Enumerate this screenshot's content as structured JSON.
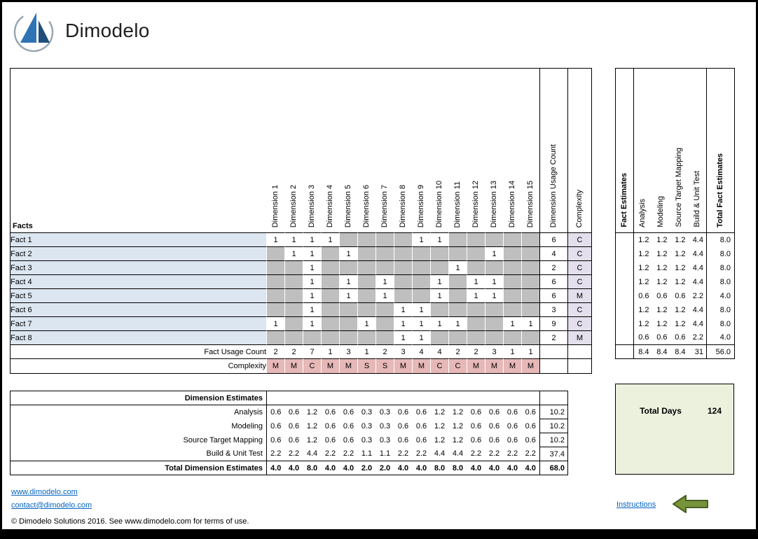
{
  "page": {
    "brand": "Dimodelo",
    "footer": {
      "website": "www.dimodelo.com",
      "contact": "contact@dimodelo.com",
      "copyright": "© Dimodelo Solutions 2016. See www.dimodelo.com for terms of use.",
      "instructions": "Instructions"
    },
    "colors": {
      "dimension_header_bg": "#d6e3bc",
      "fact_name_bg": "#dce6f1",
      "empty_matrix_cell_bg": "#bfbfbf",
      "fact_complexity_bg": "#e4dfec",
      "complexity_row_bg": "#e6b8b7",
      "complexity_row_text": "#943634",
      "total_days_bg": "#ebf1dd",
      "link_blue": "#0563c1",
      "arrow_green": "#77933c",
      "logo_blue": "#2e74b5"
    }
  },
  "fact_matrix": {
    "facts_header": "Facts",
    "dimension_headers": [
      "Dimension 1",
      "Dimension 2",
      "Dimension 3",
      "Dimension 4",
      "Dimension 5",
      "Dimension 6",
      "Dimension 7",
      "Dimension 8",
      "Dimension 9",
      "Dimension 10",
      "Dimension 11",
      "Dimension 12",
      "Dimension 13",
      "Dimension 14",
      "Dimension 15"
    ],
    "usage_header": "Dimension Usage Count",
    "complexity_header": "Complexity",
    "rows": [
      {
        "fact": "Fact 1",
        "cells": [
          1,
          1,
          1,
          1,
          0,
          0,
          0,
          0,
          1,
          1,
          0,
          0,
          0,
          0,
          0
        ],
        "usage": "6",
        "complexity": "C"
      },
      {
        "fact": "Fact 2",
        "cells": [
          0,
          1,
          1,
          0,
          1,
          0,
          0,
          0,
          0,
          0,
          0,
          0,
          1,
          0,
          0
        ],
        "usage": "4",
        "complexity": "C"
      },
      {
        "fact": "Fact 3",
        "cells": [
          0,
          0,
          1,
          0,
          0,
          0,
          0,
          0,
          0,
          0,
          1,
          0,
          0,
          0,
          0
        ],
        "usage": "2",
        "complexity": "C"
      },
      {
        "fact": "Fact 4",
        "cells": [
          0,
          0,
          1,
          0,
          1,
          0,
          1,
          0,
          0,
          1,
          0,
          1,
          1,
          0,
          0
        ],
        "usage": "6",
        "complexity": "C"
      },
      {
        "fact": "Fact 5",
        "cells": [
          0,
          0,
          1,
          0,
          1,
          0,
          1,
          0,
          0,
          1,
          0,
          1,
          1,
          0,
          0
        ],
        "usage": "6",
        "complexity": "M"
      },
      {
        "fact": "Fact 6",
        "cells": [
          0,
          0,
          1,
          0,
          0,
          0,
          0,
          1,
          1,
          0,
          0,
          0,
          0,
          0,
          0
        ],
        "usage": "3",
        "complexity": "C"
      },
      {
        "fact": "Fact 7",
        "cells": [
          1,
          0,
          1,
          0,
          0,
          1,
          0,
          1,
          1,
          1,
          1,
          0,
          0,
          1,
          1
        ],
        "usage": "9",
        "complexity": "C"
      },
      {
        "fact": "Fact 8",
        "cells": [
          0,
          0,
          0,
          0,
          0,
          0,
          0,
          1,
          1,
          0,
          0,
          0,
          0,
          0,
          0
        ],
        "usage": "2",
        "complexity": "M"
      }
    ],
    "fact_usage_label": "Fact Usage Count",
    "fact_usage_counts": [
      "2",
      "2",
      "7",
      "1",
      "3",
      "1",
      "2",
      "3",
      "4",
      "4",
      "2",
      "2",
      "3",
      "1",
      "1"
    ],
    "complexity_label": "Complexity",
    "complexities": [
      "M",
      "M",
      "C",
      "M",
      "M",
      "S",
      "S",
      "M",
      "M",
      "C",
      "C",
      "M",
      "M",
      "M",
      "M"
    ]
  },
  "dimension_estimates": {
    "title": "Dimension Estimates",
    "rows": [
      {
        "label": "Analysis",
        "values": [
          "0.6",
          "0.6",
          "1.2",
          "0.6",
          "0.6",
          "0.3",
          "0.3",
          "0.6",
          "0.6",
          "1.2",
          "1.2",
          "0.6",
          "0.6",
          "0.6",
          "0.6"
        ],
        "total": "10.2"
      },
      {
        "label": "Modeling",
        "values": [
          "0.6",
          "0.6",
          "1.2",
          "0.6",
          "0.6",
          "0.3",
          "0.3",
          "0.6",
          "0.6",
          "1.2",
          "1.2",
          "0.6",
          "0.6",
          "0.6",
          "0.6"
        ],
        "total": "10.2"
      },
      {
        "label": "Source Target Mapping",
        "values": [
          "0.6",
          "0.6",
          "1.2",
          "0.6",
          "0.6",
          "0.3",
          "0.3",
          "0.6",
          "0.6",
          "1.2",
          "1.2",
          "0.6",
          "0.6",
          "0.6",
          "0.6"
        ],
        "total": "10.2"
      },
      {
        "label": "Build & Unit Test",
        "values": [
          "2.2",
          "2.2",
          "4.4",
          "2.2",
          "2.2",
          "1.1",
          "1.1",
          "2.2",
          "2.2",
          "4.4",
          "4.4",
          "2.2",
          "2.2",
          "2.2",
          "2.2"
        ],
        "total": "37.4"
      }
    ],
    "total_row": {
      "label": "Total Dimension Estimates",
      "values": [
        "4.0",
        "4.0",
        "8.0",
        "4.0",
        "4.0",
        "2.0",
        "2.0",
        "4.0",
        "4.0",
        "8.0",
        "8.0",
        "4.0",
        "4.0",
        "4.0",
        "4.0"
      ],
      "total": "68.0"
    }
  },
  "fact_estimates": {
    "title": "Fact Estimates",
    "column_headers": [
      "Analysis",
      "Modeling",
      "Source Target Mapping",
      "Build & Unit Test"
    ],
    "total_header": "Total Fact Estimates",
    "rows": [
      {
        "values": [
          "1.2",
          "1.2",
          "1.2",
          "4.4"
        ],
        "total": "8.0"
      },
      {
        "values": [
          "1.2",
          "1.2",
          "1.2",
          "4.4"
        ],
        "total": "8.0"
      },
      {
        "values": [
          "1.2",
          "1.2",
          "1.2",
          "4.4"
        ],
        "total": "8.0"
      },
      {
        "values": [
          "1.2",
          "1.2",
          "1.2",
          "4.4"
        ],
        "total": "8.0"
      },
      {
        "values": [
          "0.6",
          "0.6",
          "0.6",
          "2.2"
        ],
        "total": "4.0"
      },
      {
        "values": [
          "1.2",
          "1.2",
          "1.2",
          "4.4"
        ],
        "total": "8.0"
      },
      {
        "values": [
          "1.2",
          "1.2",
          "1.2",
          "4.4"
        ],
        "total": "8.0"
      },
      {
        "values": [
          "0.6",
          "0.6",
          "0.6",
          "2.2"
        ],
        "total": "4.0"
      }
    ],
    "totals": {
      "values": [
        "8.4",
        "8.4",
        "8.4",
        "31"
      ],
      "total": "56.0"
    }
  },
  "summary": {
    "total_days_label": "Total Days",
    "total_days": "124"
  }
}
